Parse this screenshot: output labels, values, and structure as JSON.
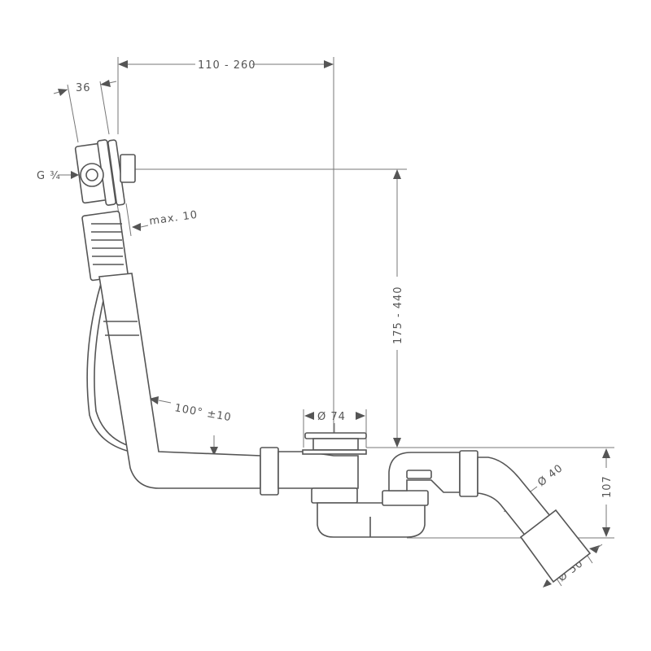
{
  "title": "Bath waste and overflow set – dimension drawing",
  "dimensions": {
    "overflow_distance": "110 - 260",
    "depth": "36",
    "thread": "G ¾",
    "max_wall": "max. 10",
    "height": "175 - 440",
    "angle": "100° ±10",
    "drain_diameter": "Ø 74",
    "pipe_diameter": "Ø 40",
    "trap_height": "107",
    "outlet_diameter": "Ø 50"
  },
  "colors": {
    "line": "#555555",
    "dimension": "#777777"
  }
}
